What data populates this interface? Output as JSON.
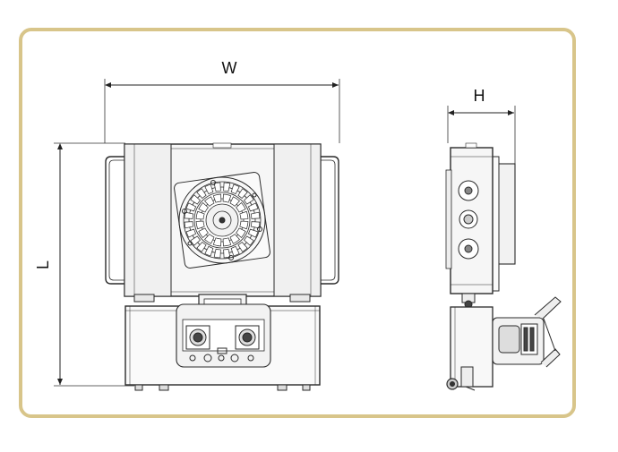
{
  "dimensions": {
    "width_label": "W",
    "height_label": "H",
    "length_label": "L"
  },
  "colors": {
    "frame_border": "#d8c58a",
    "line": "#2a2a2a",
    "fill_light": "#f4f4f4",
    "fill_mid": "#e6e6e6"
  }
}
